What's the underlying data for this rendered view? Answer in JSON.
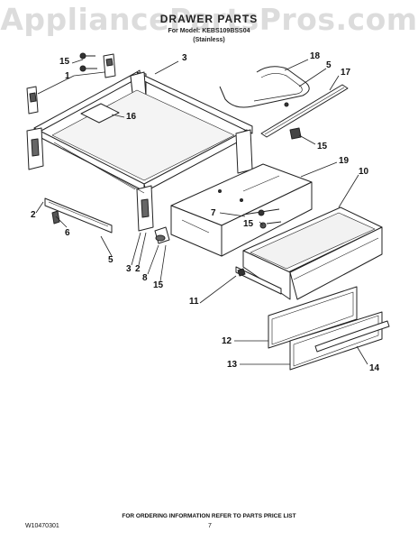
{
  "watermark": "AppliancePartsPros.com",
  "header": {
    "title": "DRAWER PARTS",
    "model_line": "For Model: KEBS109BSS04",
    "finish": "(Stainless)"
  },
  "callouts": [
    "15",
    "1",
    "3",
    "18",
    "5",
    "17",
    "16",
    "15",
    "2",
    "6",
    "19",
    "10",
    "7",
    "15",
    "5",
    "3",
    "2",
    "8",
    "15",
    "11",
    "12",
    "13",
    "14"
  ],
  "footer": {
    "note": "FOR ORDERING INFORMATION REFER TO PARTS PRICE LIST",
    "doc_number": "W10470301",
    "page_number": "7"
  }
}
